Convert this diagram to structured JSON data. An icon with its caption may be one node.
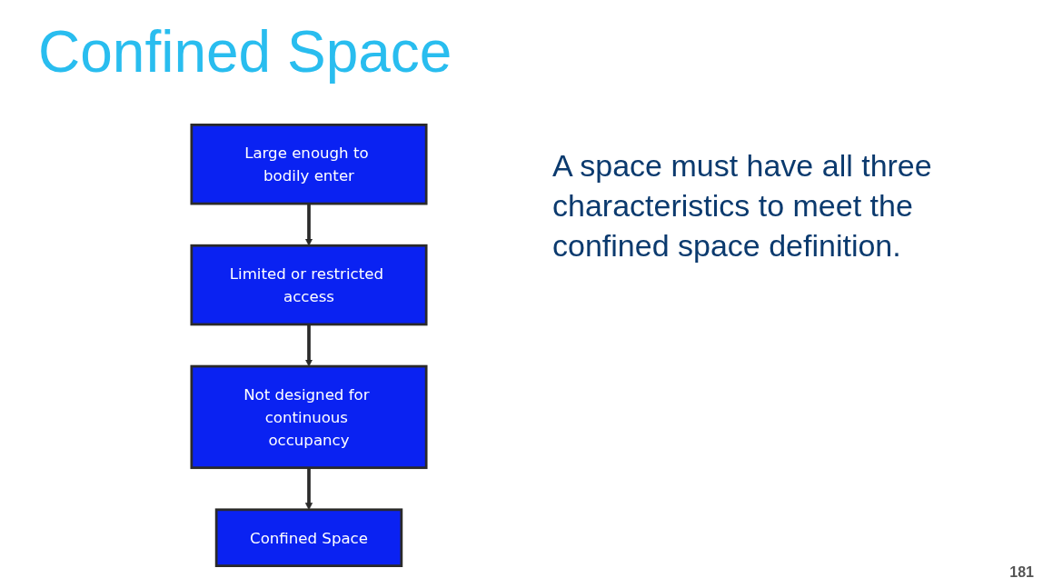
{
  "diagram": {
    "title": "Confined Space",
    "nodes": [
      {
        "text": [
          "Large enough to bodily enter"
        ]
      },
      {
        "text": [
          "Limited or restricted access"
        ]
      },
      {
        "text": [
          "Not designed for continuous occupancy"
        ]
      },
      {
        "text": [
          "Confined Space"
        ]
      }
    ],
    "edges": [
      {
        "from": 0,
        "to": 1,
        "arrow": "to"
      },
      {
        "from": 1,
        "to": 2,
        "arrow": "to"
      },
      {
        "from": 2,
        "to": 3,
        "arrow": "to"
      }
    ],
    "labels": [
      "A space must have all three characteristics to meet the confined space definition.",
      "181"
    ]
  }
}
